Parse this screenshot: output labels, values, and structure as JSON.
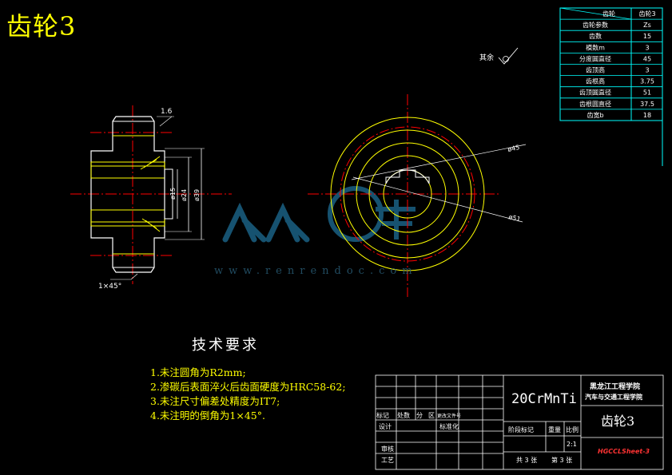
{
  "title": "齿轮3",
  "roughness_label": "其余",
  "dims": {
    "chamfer_top": "1.6",
    "chamfer_bottom": "1×45°",
    "d15": "ø15",
    "d24": "ø24",
    "d39": "ø39",
    "d45": "ø45",
    "d51": "ø51"
  },
  "gear_table": {
    "rows": [
      {
        "label": "齿轮",
        "value": "齿轮3"
      },
      {
        "label": "齿轮参数",
        "value": "Zs"
      },
      {
        "label": "齿数",
        "value": "15"
      },
      {
        "label": "模数m",
        "value": "3"
      },
      {
        "label": "分度圆直径",
        "value": "45"
      },
      {
        "label": "齿顶高",
        "value": "3"
      },
      {
        "label": "齿根高",
        "value": "3.75"
      },
      {
        "label": "齿顶圆直径",
        "value": "51"
      },
      {
        "label": "齿根圆直径",
        "value": "37.5"
      },
      {
        "label": "齿宽b",
        "value": "18"
      }
    ]
  },
  "tech": {
    "title": "技术要求",
    "notes": [
      "1.未注圆角为R2mm;",
      "2.渗碳后表面淬火后齿面硬度为HRC58-62;",
      "3.未注尺寸偏差处精度为IT7;",
      "4.未注明的倒角为1×45°."
    ]
  },
  "title_block": {
    "material": "20CrMnTi",
    "school": "黑龙江工程学院",
    "college": "汽车与交通工程学院",
    "part_name": "齿轮3",
    "h_mark": "标记",
    "h_count": "处数",
    "h_zone": "分",
    "h_zone2": "区",
    "h_doc": "更改文件号",
    "h_design": "设计",
    "h_std": "标准化",
    "h_stage": "阶段标记",
    "h_weight": "重量",
    "h_scale": "比例",
    "scale": "2:1",
    "h_review": "审核",
    "h_process": "工艺",
    "sheets_total": "共 3 张",
    "sheet_no": "第 3 张",
    "drawing_no": "HGCCLSheet-3"
  },
  "watermark": {
    "text": "www.renrendoc.com"
  },
  "colors": {
    "background": "#000000",
    "outline": "#ffffff",
    "gear_circle": "#ffff00",
    "center_line": "#ff0000",
    "dim_line": "#ffffff",
    "table_line": "#00ffff",
    "watermark": "#1e6e96"
  }
}
